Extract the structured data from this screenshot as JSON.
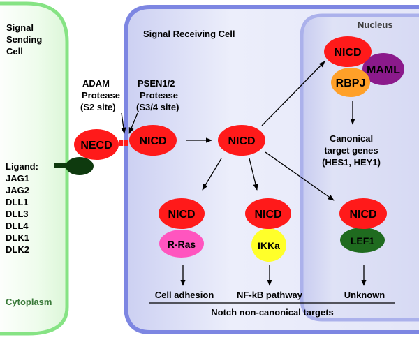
{
  "cells": {
    "sending_title": [
      "Signal",
      "Sending",
      "Cell"
    ],
    "cytoplasm": "Cytoplasm",
    "receiving_title": "Signal Receiving Cell",
    "nucleus": "Nucleus"
  },
  "proteases": {
    "adam": [
      "ADAM",
      "Protease",
      "(S2 site)"
    ],
    "psen": [
      "PSEN1/2",
      "Protease",
      "(S3/4 site)"
    ]
  },
  "ligands": {
    "heading": "Ligand:",
    "items": [
      "JAG1",
      "JAG2",
      "DLL1",
      "DLL3",
      "DLL4",
      "DLK1",
      "DLK2"
    ]
  },
  "molecules": {
    "necd": "NECD",
    "nicd": "NICD",
    "maml": "MAML",
    "rbpj": "RBPJ",
    "r_ras": "R-Ras",
    "ikka": "IKKa",
    "lef1": "LEF1"
  },
  "canonical": [
    "Canonical",
    "target genes",
    "(HES1, HEY1)"
  ],
  "outcomes": {
    "cell_adhesion": "Cell adhesion",
    "nfkb": "NF-kB pathway",
    "unknown": "Unknown",
    "noncanonical": "Notch non-canonical targets"
  },
  "colors": {
    "sending_fill": "#ebfbe9",
    "sending_edge": "#7ee07c",
    "receiving_fill": "#e1e3f7",
    "receiving_edge": "#7b84e0",
    "nucleus_fill": "#d5d8f3",
    "nucleus_edge": "#a9afea",
    "red": "#ff1a1a",
    "maml": "#8b1a8b",
    "rbpj": "#ffa028",
    "r_ras": "#ff55bf",
    "ikka": "#ffff2a",
    "lef1": "#1f6b1f",
    "ligand": "#0e3a0e"
  }
}
